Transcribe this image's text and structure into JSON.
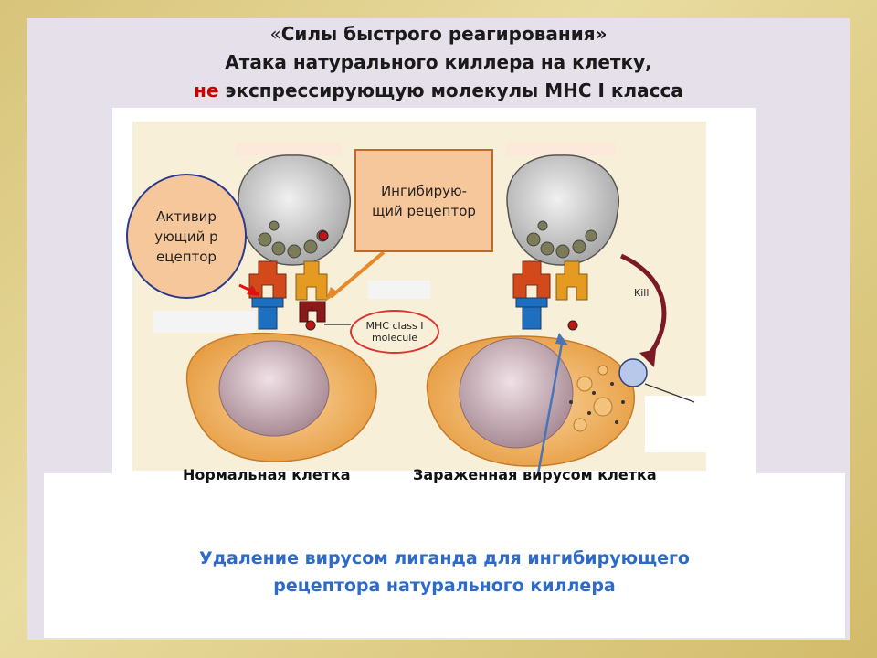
{
  "title": {
    "quote_open": "«",
    "line1": "Силы быстрого реагирования",
    "quote_close": "»",
    "line2": "Атака натурального киллера на клетку,",
    "line3_red": "не",
    "line3_rest": " экспрессирующую молекулы МНС I класса"
  },
  "labels": {
    "activating_receptor": "Активирующий рецептор",
    "inhibitory_receptor": "Ингибирую-щий рецептор",
    "mhc_molecule": "MHC class I molecule",
    "kill": "Kill",
    "normal_cell": "Нормальная клетка",
    "infected_cell": "Зараженная вирусом клетка"
  },
  "note": {
    "line1": "Удаление вирусом лиганда для ингибирующего",
    "line2": "рецептора натурального киллера"
  },
  "colors": {
    "title_accent": "#d00000",
    "note_text": "#2e6bc9",
    "label_fill": "#f7c79c",
    "mhc_highlight": "#d33"
  }
}
